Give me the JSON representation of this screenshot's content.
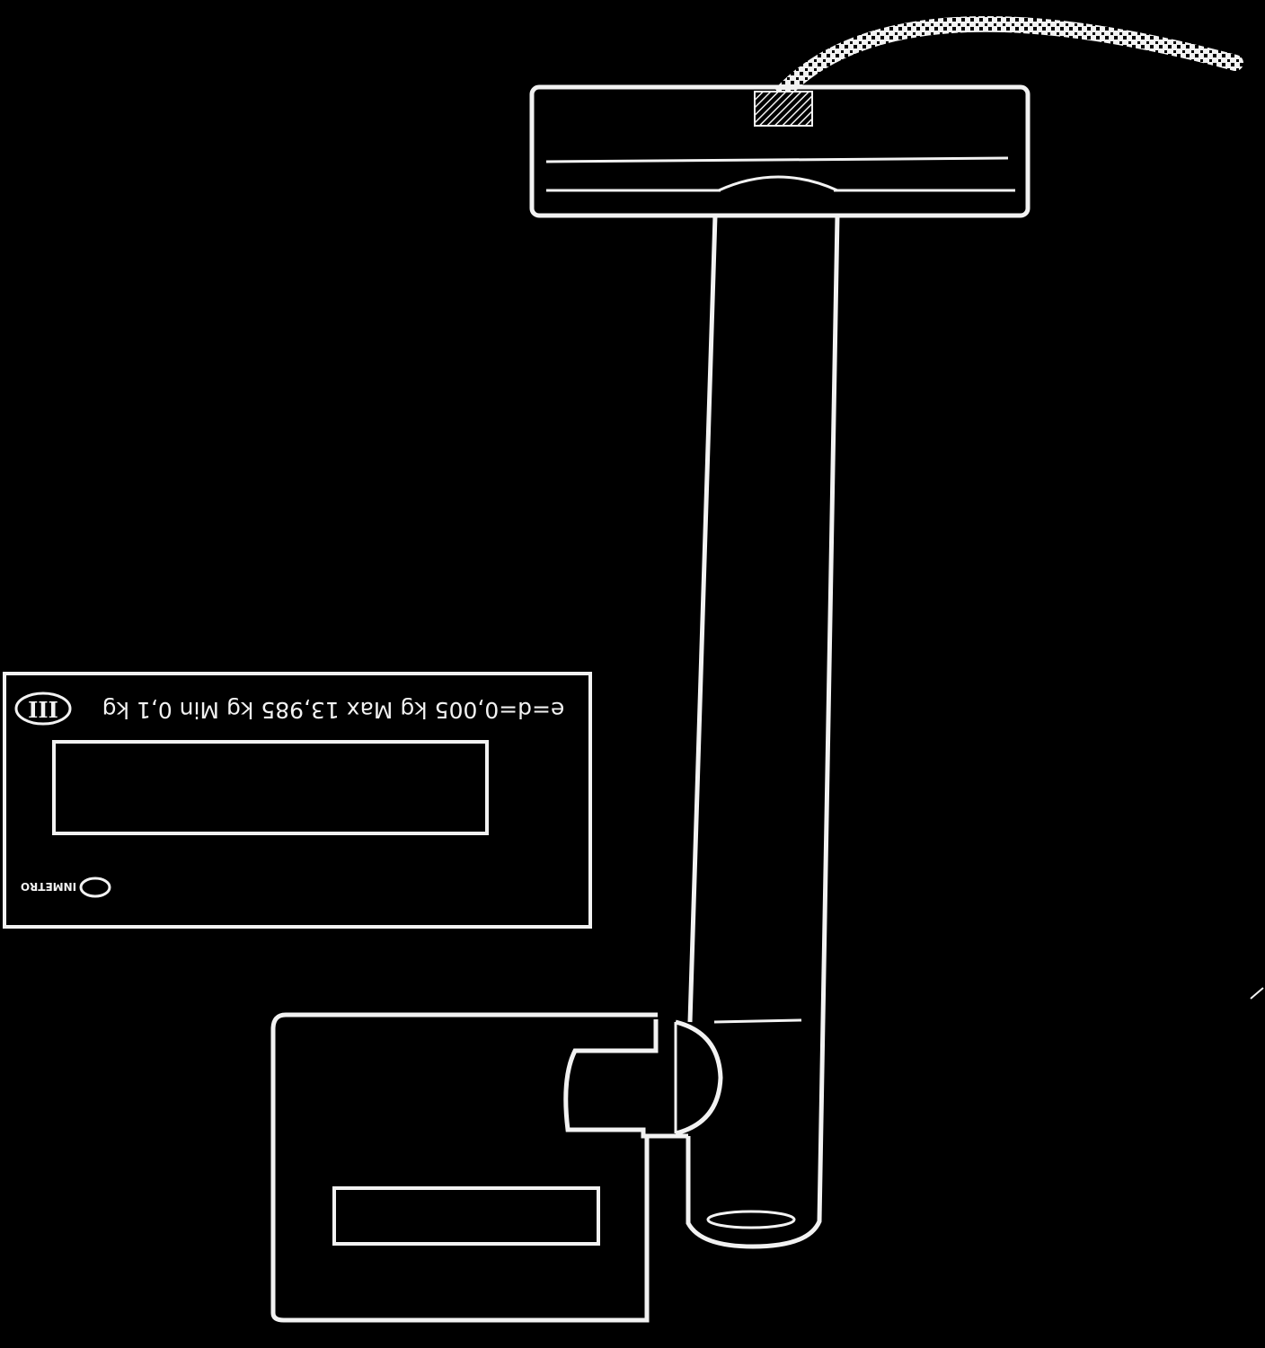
{
  "colors": {
    "background": "#000000",
    "line": "#f2f2f2"
  },
  "label_plate": {
    "spec_text": "e=d=0,005 kg Max 13,985 kg Min 0,1 kg",
    "accuracy_class": "III",
    "brand_text": "INMETRO"
  }
}
